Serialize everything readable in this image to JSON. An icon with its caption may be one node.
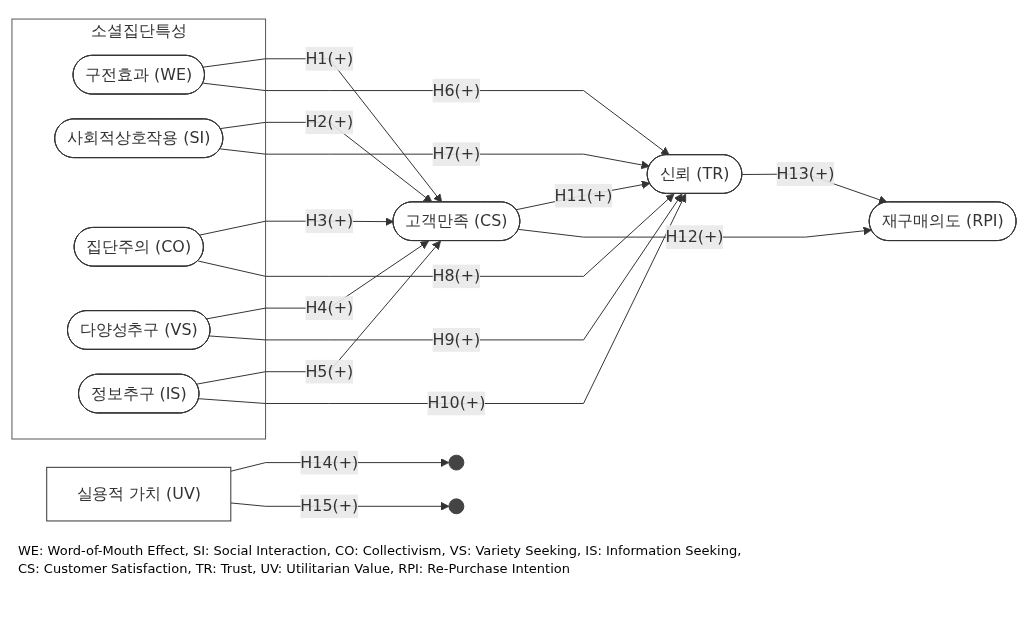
{
  "diagram": {
    "nodes": [
      {
        "text": [
          "소셜집단특성"
        ]
      },
      {
        "text": [
          "구전효과 (WE)"
        ],
        "in": 0
      },
      {
        "text": [
          "사회적상호작용 (SI)"
        ],
        "in": 0
      },
      {
        "text": [
          "집단주의 (CO)"
        ],
        "in": 0
      },
      {
        "text": [
          "다양성추구 (VS)"
        ],
        "in": 0
      },
      {
        "text": [
          "정보추구 (IS)"
        ],
        "in": 0
      },
      {
        "text": [
          "고객만족 (CS)"
        ]
      },
      {
        "text": [
          "신뢰 (TR)"
        ]
      },
      {
        "text": [
          "실용적 가치 (UV)"
        ]
      },
      {
        "text": [
          "재구매의도 (RPI)"
        ]
      }
    ],
    "edges": [
      {
        "from": 1,
        "to": 6,
        "arrow": "to",
        "label": "H1(+)"
      },
      {
        "from": 2,
        "to": 6,
        "arrow": "to",
        "label": "H2(+)"
      },
      {
        "from": 3,
        "to": 6,
        "arrow": "to",
        "label": "H3(+)"
      },
      {
        "from": 4,
        "to": 6,
        "arrow": "to",
        "label": "H4(+)"
      },
      {
        "from": 5,
        "to": 6,
        "arrow": "to",
        "label": "H5(+)"
      },
      {
        "from": 1,
        "to": 7,
        "arrow": "to",
        "label": "H6(+)"
      },
      {
        "from": 2,
        "to": 7,
        "arrow": "to",
        "label": "H7(+)"
      },
      {
        "from": 3,
        "to": 7,
        "arrow": "to",
        "label": "H8(+)"
      },
      {
        "from": 4,
        "to": 7,
        "arrow": "to",
        "label": "H9(+)"
      },
      {
        "from": 5,
        "to": 7,
        "arrow": "to",
        "label": "H10(+)"
      },
      {
        "from": 6,
        "to": 7,
        "arrow": "to",
        "label": "H11(+)"
      },
      {
        "from": 6,
        "to": 9,
        "arrow": "to",
        "label": "H12(+)"
      },
      {
        "from": 7,
        "to": 9,
        "arrow": "to",
        "label": "H13(+)"
      },
      {
        "from": 8,
        "to": null,
        "arrow": "to",
        "label": "H14(+)"
      },
      {
        "from": 8,
        "to": null,
        "arrow": "to",
        "label": "H15(+)"
      }
    ],
    "labels": [
      "WE: Word-of-Mouth Effect, SI: Social Interaction, CO: Collectivism, VS: Variety Seeking, IS: Information Seeking,",
      "CS: Customer Satisfaction, TR: Trust, UV: Utilitarian Value, RPI: Re-Purchase Intention"
    ]
  }
}
